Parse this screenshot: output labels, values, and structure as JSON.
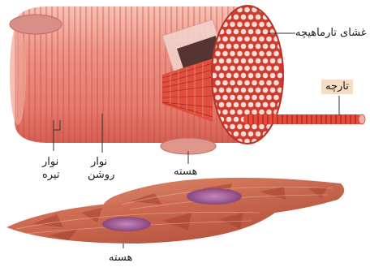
{
  "labels": {
    "sarcolemma": "غشای تارماهیچه",
    "myofibril": "تارچه",
    "dark_band_line1": "نوار",
    "dark_band_line2": "تیره",
    "light_band_line1": "نوار",
    "light_band_line2": "روشن",
    "nucleus_top": "هسته",
    "nucleus_bottom": "هسته"
  },
  "colors": {
    "muscle_main": "#e9857a",
    "muscle_dark": "#c9473f",
    "muscle_light": "#f4b3a6",
    "fibril": "#e84a3a",
    "nucleus_purple": "#9a4f8e",
    "label_box": "#f6dcc0",
    "smooth_muscle": "#c8644b"
  }
}
